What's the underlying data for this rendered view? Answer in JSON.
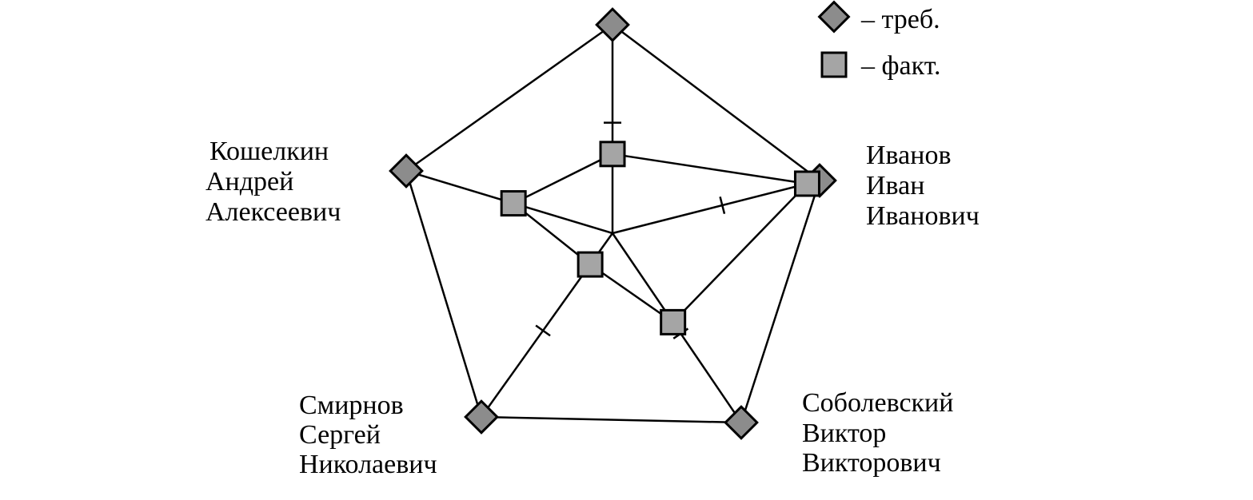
{
  "chart_data": {
    "type": "radar",
    "axes": [
      {
        "id": "top",
        "label": []
      },
      {
        "id": "ivanov",
        "label": [
          "Иванов",
          "Иван",
          "Иванович"
        ]
      },
      {
        "id": "sobolevsky",
        "label": [
          "Соболевский",
          "Виктор",
          "Викторович"
        ]
      },
      {
        "id": "smirnov",
        "label": [
          "Смирнов",
          "Сергей",
          "Николаевич"
        ]
      },
      {
        "id": "koshelkin",
        "label": [
          "Кошелкин",
          "Андрей",
          "Алексеевич"
        ]
      }
    ],
    "series": [
      {
        "name": "треб.",
        "marker": "diamond",
        "values": [
          1.0,
          1.0,
          1.0,
          1.0,
          1.0
        ]
      },
      {
        "name": "факт.",
        "marker": "square",
        "values": [
          0.38,
          0.94,
          0.47,
          0.17,
          0.48
        ]
      }
    ],
    "required_ticks": [
      0.53,
      0.53,
      0.53,
      0.53
    ],
    "legend": {
      "position": "top-right",
      "items": [
        {
          "marker": "diamond",
          "text": "– треб."
        },
        {
          "marker": "square",
          "text": "– факт."
        }
      ]
    },
    "colors": {
      "diamond_fill": "#8c8c8c",
      "square_fill": "#a5a5a5",
      "line": "#000000"
    }
  }
}
